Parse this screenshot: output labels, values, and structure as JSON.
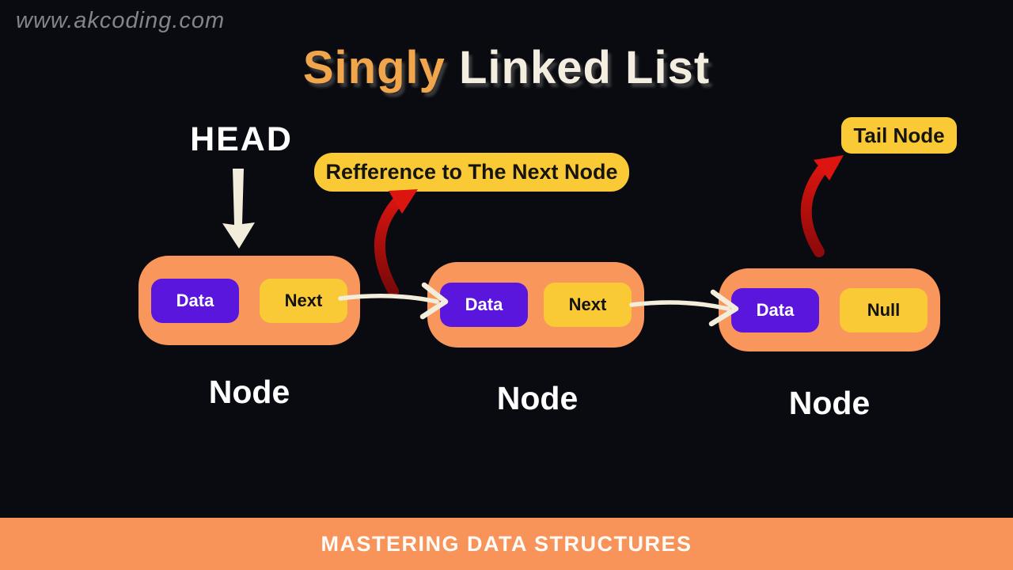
{
  "watermark": "www.akcoding.com",
  "title": {
    "highlight": "Singly",
    "rest": " Linked List"
  },
  "labels": {
    "head": "HEAD",
    "reference": "Refference to The Next Node",
    "tail": "Tail Node"
  },
  "nodes": [
    {
      "data": "Data",
      "pointer": "Next",
      "caption": "Node"
    },
    {
      "data": "Data",
      "pointer": "Next",
      "caption": "Node"
    },
    {
      "data": "Data",
      "pointer": "Null",
      "caption": "Node"
    }
  ],
  "footer": {
    "banner": "MASTERING DATA STRUCTURES"
  },
  "colors": {
    "background": "#0a0b10",
    "node_orange": "#f8965b",
    "data_purple": "#5b16de",
    "pointer_yellow": "#f9ca35",
    "arrow_red_bright": "#dc1510",
    "arrow_red_dark": "#7a0909",
    "arrow_cream": "#f3eddc",
    "title_orange": "#f2a64b",
    "title_cream": "#f4eee1",
    "footer_orange": "#f8935a",
    "watermark_gray": "#84848a"
  }
}
